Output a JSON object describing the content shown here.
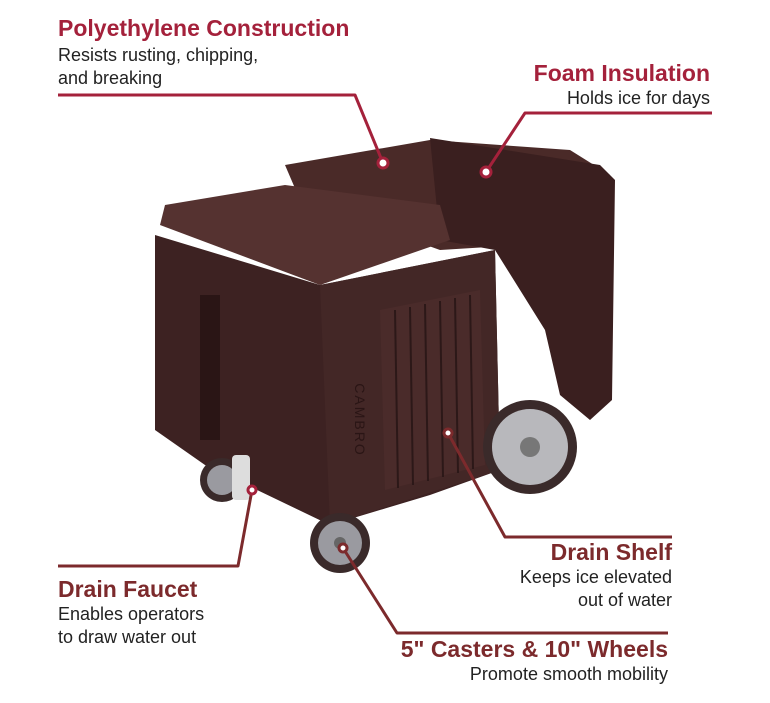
{
  "colors": {
    "accent_top": "#a4213b",
    "accent_bottom": "#7c2a2c",
    "product": "#3d2222"
  },
  "callouts": {
    "polyethylene": {
      "title": "Polyethylene Construction",
      "line1": "Resists rusting, chipping,",
      "line2": "and breaking"
    },
    "foam": {
      "title": "Foam Insulation",
      "line1": "Holds ice for days"
    },
    "drain_shelf": {
      "title": "Drain Shelf",
      "line1": "Keeps ice elevated",
      "line2": "out of water"
    },
    "drain_faucet": {
      "title": "Drain Faucet",
      "line1": "Enables operators",
      "line2": "to draw water out"
    },
    "casters": {
      "title": "5\" Casters & 10\" Wheels",
      "line1": "Promote smooth mobility"
    }
  },
  "product": {
    "brand_mark": "CAMBRO"
  }
}
